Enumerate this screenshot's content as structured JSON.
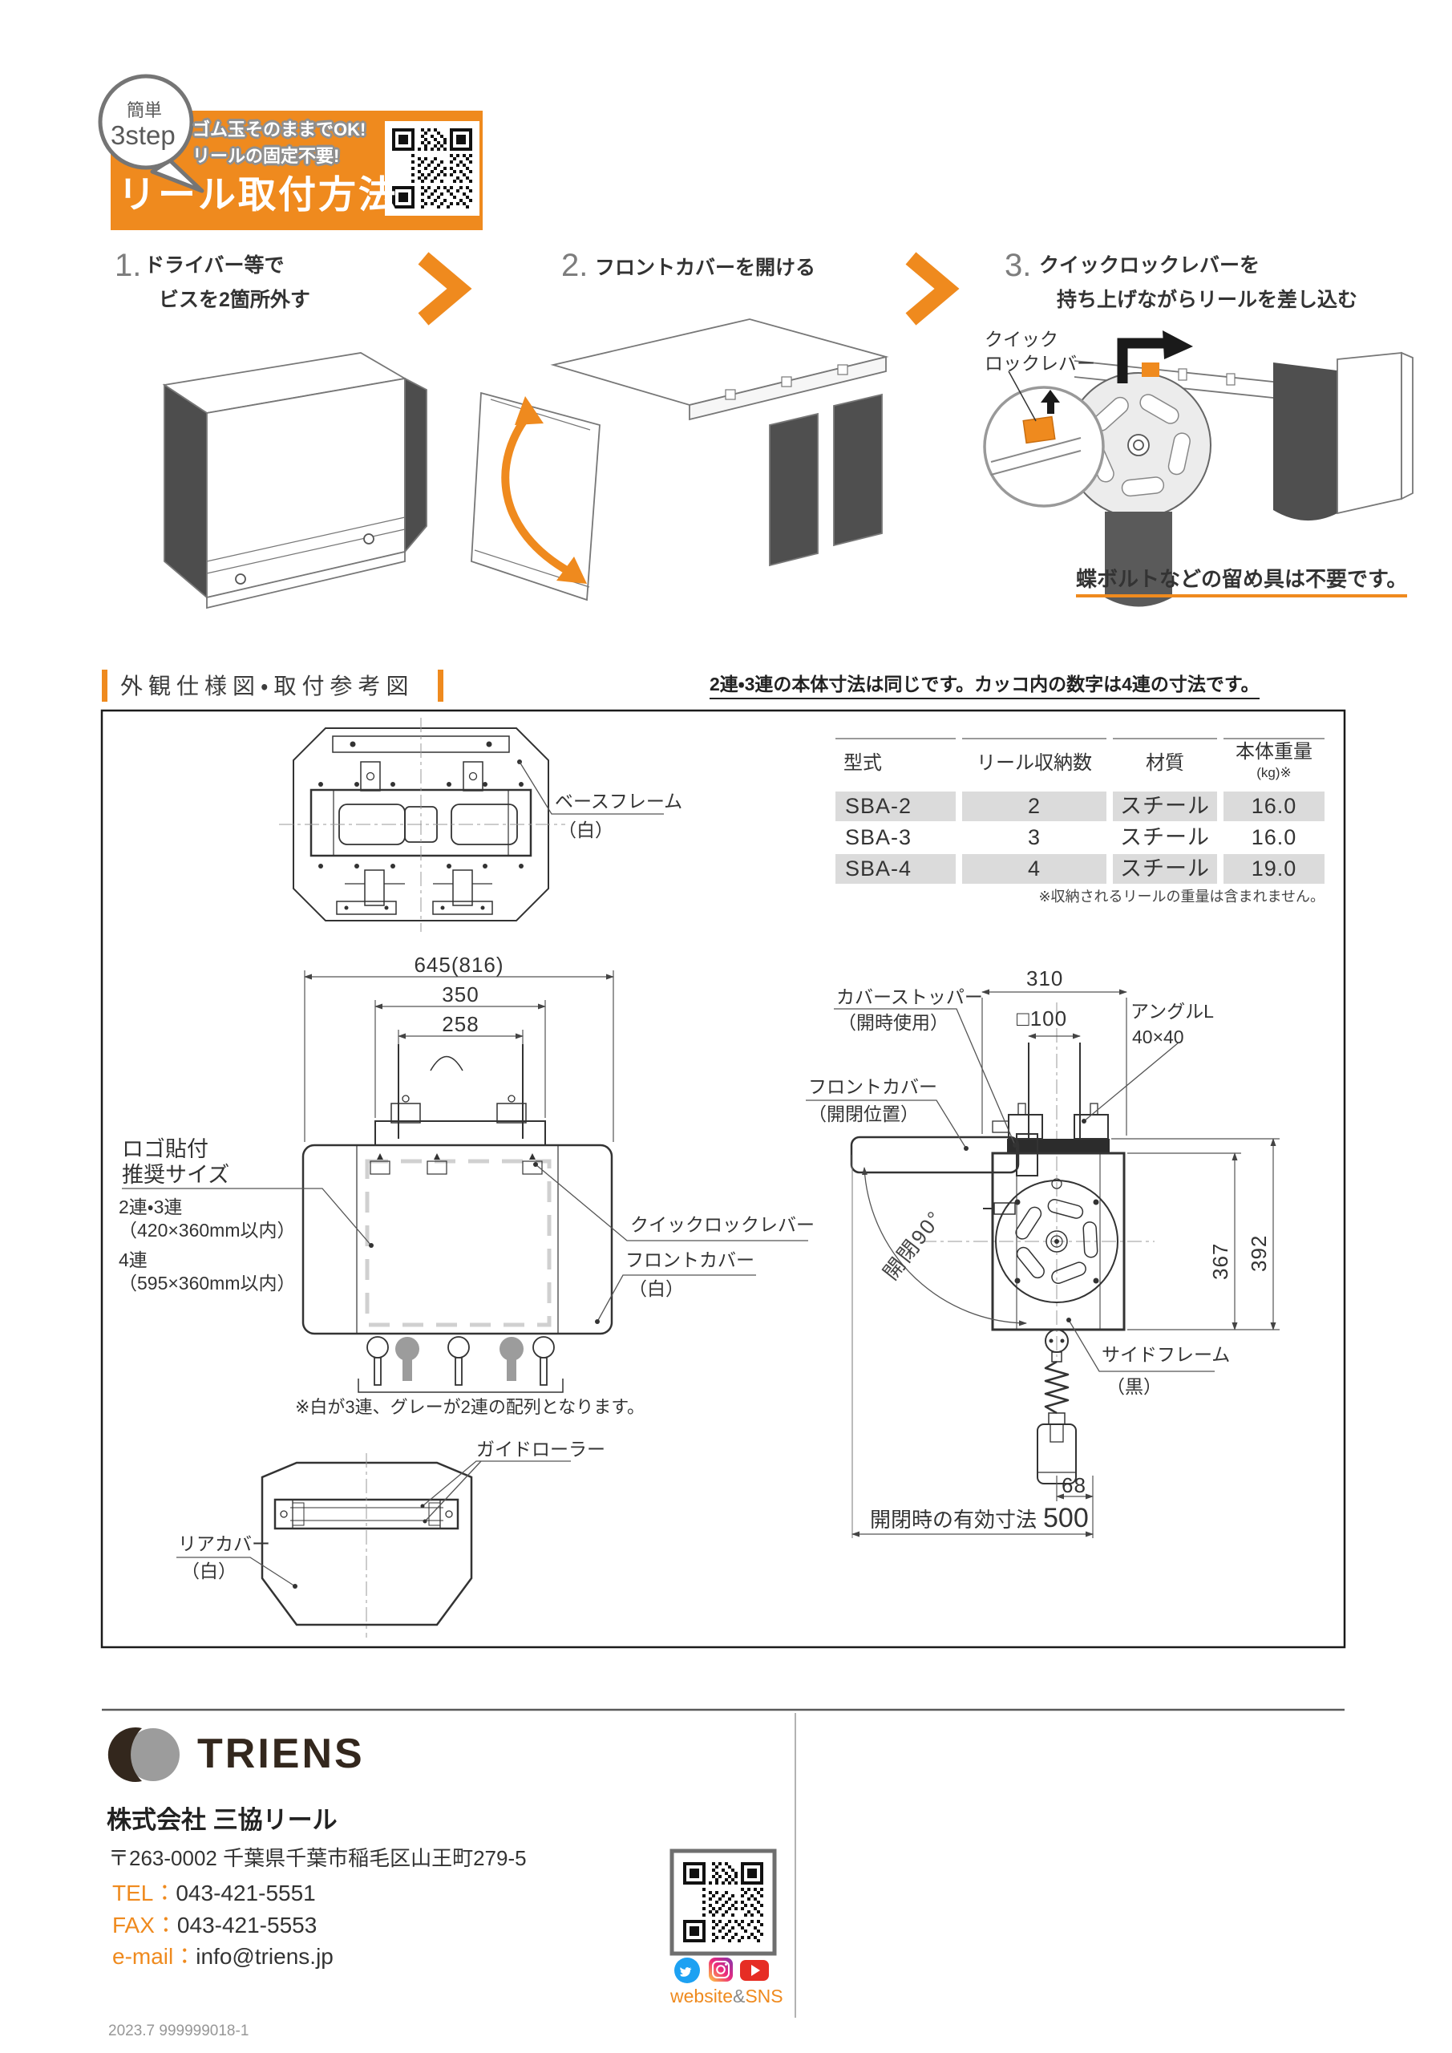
{
  "colors": {
    "accent": "#EF8A1E",
    "dark_text": "#333333",
    "table_row_gray": "#DBDBDB"
  },
  "header": {
    "badge_line1": "簡単",
    "badge_line2": "3step",
    "tagline1": "ゴム玉そのままでOK!",
    "tagline2": "リールの固定不要!",
    "title": "リール取付方法",
    "qr_icon": "qr-code"
  },
  "steps": {
    "step1_num": "1.",
    "step1_line1": "ドライバー等で",
    "step1_line2": "ビスを2箇所外す",
    "step2_num": "2.",
    "step2_line1": "フロントカバーを開ける",
    "step3_num": "3.",
    "step3_line1": "クイックロックレバーを",
    "step3_line2": "持ち上げながらリールを差し込む",
    "step3_callout_line1": "クイック",
    "step3_callout_line2": "ロックレバー",
    "step3_note": "蝶ボルトなどの留め具は不要です。"
  },
  "spec_section": {
    "title": "外観仕様図・取付参考図",
    "note": "2連・3連の本体寸法は同じです。カッコ内の数字は4連の寸法です。"
  },
  "table": {
    "col1": "型式",
    "col2": "リール収納数",
    "col3": "材質",
    "col4": "本体重量",
    "col4_sub": "(kg)※",
    "rows": [
      [
        "SBA-2",
        "2",
        "スチール",
        "16.0"
      ],
      [
        "SBA-3",
        "3",
        "スチール",
        "16.0"
      ],
      [
        "SBA-4",
        "4",
        "スチール",
        "19.0"
      ]
    ],
    "footnote": "※収納されるリールの重量は含まれません。"
  },
  "diagram": {
    "base_frame": "ベースフレーム",
    "base_frame_color": "（白）",
    "dim_645": "645(816)",
    "dim_350": "350",
    "dim_258": "258",
    "logo_line1": "ロゴ貼付",
    "logo_line2": "推奨サイズ",
    "logo_23": "2連・3連",
    "logo_23_size": "（420×360mm以内）",
    "logo_4": "4連",
    "logo_4_size": "（595×360mm以内）",
    "quick_lock": "クイックロックレバー",
    "front_cover": "フロントカバー",
    "front_cover_color": "（白）",
    "array_note": "※白が3連、グレーが2連の配列となります。",
    "guide_roller": "ガイドローラー",
    "rear_cover": "リアカバー",
    "rear_cover_color": "（白）",
    "cover_stopper": "カバーストッパー",
    "cover_stopper_sub": "（開時使用）",
    "dim_310": "310",
    "dim_100": "□100",
    "angle_l_line1": "アングルL",
    "angle_l_line2": "40×40",
    "front_cover_open": "フロントカバー",
    "front_cover_open_sub": "（開閉位置）",
    "open_90": "開閉90°",
    "dim_367": "367",
    "dim_392": "392",
    "dim_68": "68",
    "side_frame": "サイドフレーム",
    "side_frame_color": "（黒）",
    "effective_dim_label": "開閉時の有効寸法",
    "effective_dim_value": "500"
  },
  "footer": {
    "brand": "TRIENS",
    "company": "株式会社 三協リール",
    "address": "〒263-0002 千葉県千葉市稲毛区山王町279-5",
    "tel_label": "TEL：",
    "tel_value": "043-421-5551",
    "fax_label": "FAX：",
    "fax_value": "043-421-5553",
    "email_label": "e-mail：",
    "email_value": "info@triens.jp",
    "sns_website": "website",
    "sns_amp": "&",
    "sns_sns": "SNS",
    "sns_icons": [
      "twitter-icon",
      "instagram-icon",
      "youtube-icon"
    ],
    "qr_icon": "qr-code",
    "code": "2023.7 999999018-1"
  }
}
